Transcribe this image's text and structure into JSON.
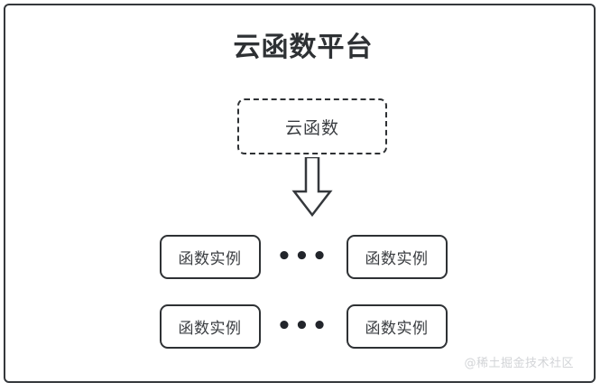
{
  "diagram": {
    "type": "architecture-block-diagram",
    "platform": {
      "title": "云函数平台",
      "border_color": "#35383c"
    },
    "cloud_function": {
      "label": "云函数",
      "border_style": "dashed",
      "border_color": "#2e3134"
    },
    "arrow": {
      "icon": "down-block-arrow",
      "direction": "down",
      "color": "#35383c"
    },
    "instance_rows": [
      {
        "left": {
          "label": "函数实例"
        },
        "separator": "•••",
        "right": {
          "label": "函数实例"
        }
      },
      {
        "left": {
          "label": "函数实例"
        },
        "separator": "•••",
        "right": {
          "label": "函数实例"
        }
      }
    ],
    "watermark": "@稀土掘金技术社区"
  }
}
